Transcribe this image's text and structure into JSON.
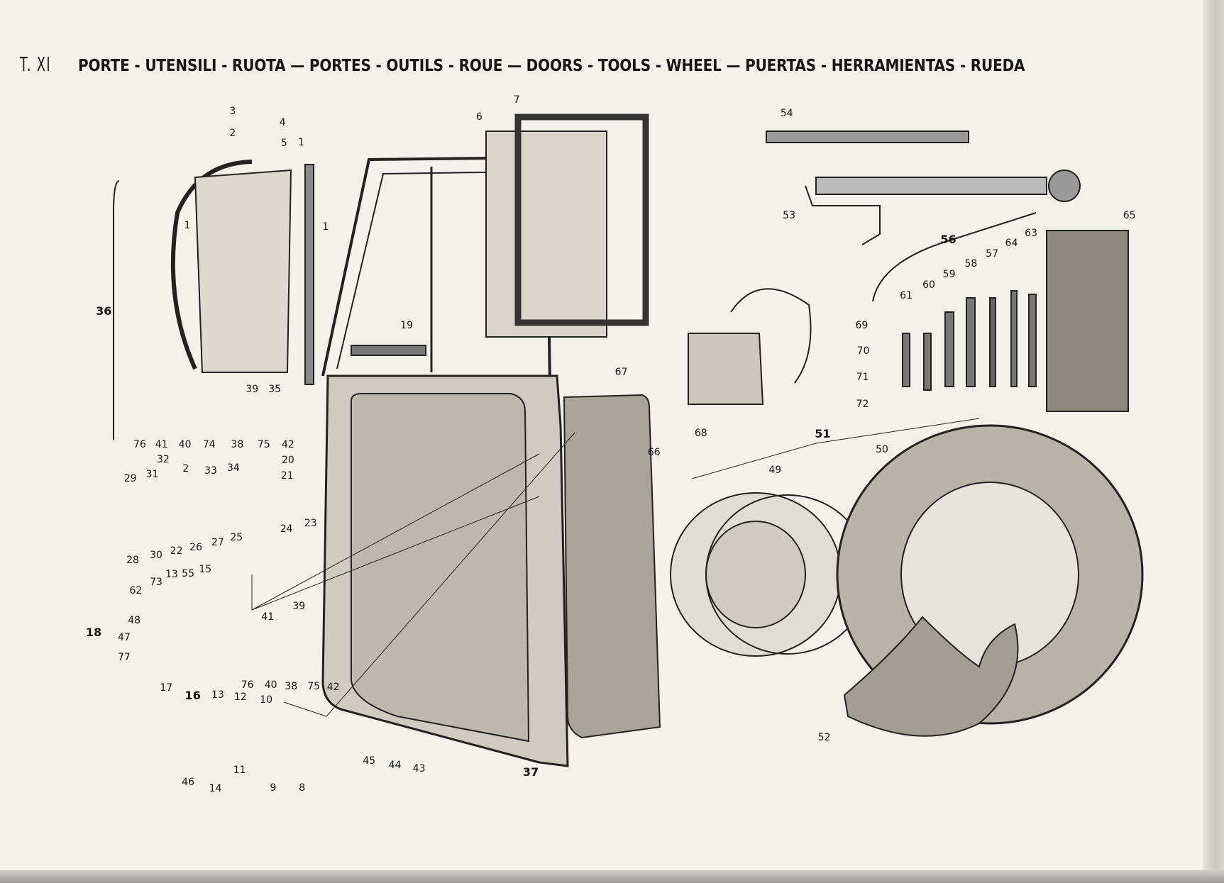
{
  "plate": "T. XI",
  "title": "PORTE - UTENSILI - RUOTA — PORTES - OUTILS - ROUE — DOORS - TOOLS - WHEEL — PUERTAS - HERRAMIENTAS - RUEDA",
  "part_labels": [
    "3",
    "4",
    "2",
    "5",
    "1",
    "1",
    "1",
    "36",
    "39",
    "35",
    "19",
    "6",
    "7",
    "76",
    "41",
    "40",
    "74",
    "38",
    "75",
    "42",
    "32",
    "2",
    "33",
    "34",
    "20",
    "21",
    "29",
    "31",
    "24",
    "23",
    "25",
    "27",
    "26",
    "22",
    "30",
    "28",
    "13",
    "55",
    "15",
    "73",
    "62",
    "48",
    "47",
    "18",
    "77",
    "17",
    "16",
    "39",
    "41",
    "76",
    "40",
    "38",
    "75",
    "42",
    "13",
    "12",
    "10",
    "11",
    "9",
    "8",
    "46",
    "14",
    "45",
    "44",
    "43",
    "37",
    "66",
    "67",
    "68",
    "69",
    "70",
    "71",
    "72",
    "54",
    "53",
    "56",
    "65",
    "63",
    "64",
    "57",
    "58",
    "59",
    "60",
    "61",
    "51",
    "50",
    "49",
    "52"
  ]
}
